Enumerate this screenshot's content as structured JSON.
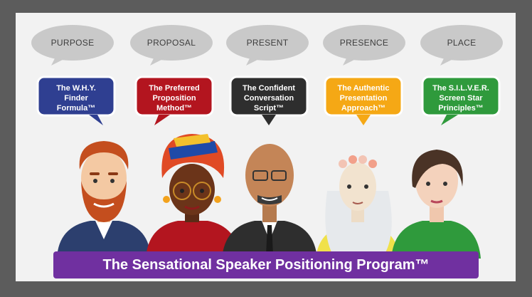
{
  "bubbles": [
    {
      "label": "PURPOSE"
    },
    {
      "label": "PROPOSAL"
    },
    {
      "label": "PRESENT"
    },
    {
      "label": "PRESENCE"
    },
    {
      "label": "PLACE"
    }
  ],
  "cards": [
    {
      "line1": "The W.H.Y.",
      "line2": "Finder",
      "line3": "Formula™",
      "color": "#2f3f91"
    },
    {
      "line1": "The Preferred",
      "line2": "Proposition",
      "line3": "Method™",
      "color": "#b3151f"
    },
    {
      "line1": "The Confident",
      "line2": "Conversation",
      "line3": "Script™",
      "color": "#2e2e2e"
    },
    {
      "line1": "The Authentic",
      "line2": "Presentation",
      "line3": "Approach™",
      "color": "#f5a815"
    },
    {
      "line1": "The S.I.L.V.E.R.",
      "line2": "Screen Star",
      "line3": "Principles™",
      "color": "#2f9a3c"
    }
  ],
  "banner": {
    "title": "The Sensational Speaker Positioning Program™"
  },
  "colors": {
    "background": "#f2f2f2",
    "frame": "#5c5c5c",
    "banner": "#7030a0",
    "bubble": "#c9c9c9"
  }
}
